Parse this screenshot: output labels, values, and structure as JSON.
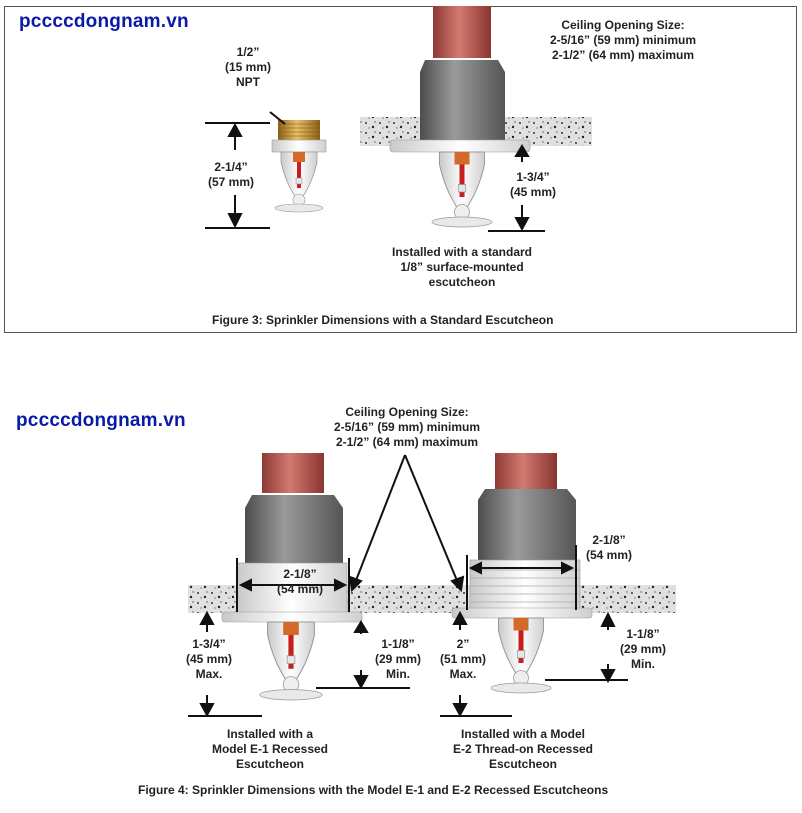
{
  "watermark": "pccccdongnam.vn",
  "figure3": {
    "caption": "Figure 3:  Sprinkler Dimensions with a Standard Escutcheon",
    "thread_size": [
      "1/2”",
      "(15 mm)",
      "NPT"
    ],
    "height_label": [
      "2-1/4”",
      "(57 mm)"
    ],
    "ceiling_opening": [
      "Ceiling Opening Size:",
      "2-5/16” (59 mm) minimum",
      "2-1/2” (64 mm) maximum"
    ],
    "drop_label": [
      "1-3/4”",
      "(45 mm)"
    ],
    "install_note": [
      "Installed with a standard",
      "1/8” surface-mounted",
      "escutcheon"
    ]
  },
  "figure4": {
    "caption": "Figure 4:  Sprinkler Dimensions with the Model E-1 and E-2 Recessed Escutcheons",
    "ceiling_opening": [
      "Ceiling Opening Size:",
      "2-5/16” (59 mm) minimum",
      "2-1/2” (64 mm) maximum"
    ],
    "e1": {
      "width_label": [
        "2-1/8”",
        "(54 mm)"
      ],
      "max_label": [
        "1-3/4”",
        "(45 mm)",
        "Max."
      ],
      "min_label": [
        "1-1/8”",
        "(29 mm)",
        "Min."
      ],
      "install_note": [
        "Installed with a",
        "Model E-1 Recessed",
        "Escutcheon"
      ]
    },
    "e2": {
      "width_label": [
        "2-1/8”",
        "(54 mm)"
      ],
      "max_label": [
        "2”",
        "(51 mm)",
        "Max."
      ],
      "min_label": [
        "1-1/8”",
        "(29 mm)",
        "Min."
      ],
      "install_note": [
        "Installed with a Model",
        "E-2 Thread-on  Recessed",
        "Escutcheon"
      ]
    }
  },
  "colors": {
    "watermark": "#0a1aa8",
    "pipe": "#b5514a",
    "fitting": "#6f6f6f",
    "brass": "#c8962e",
    "ceiling": "#dedede",
    "bulb": "#c81e1e"
  }
}
